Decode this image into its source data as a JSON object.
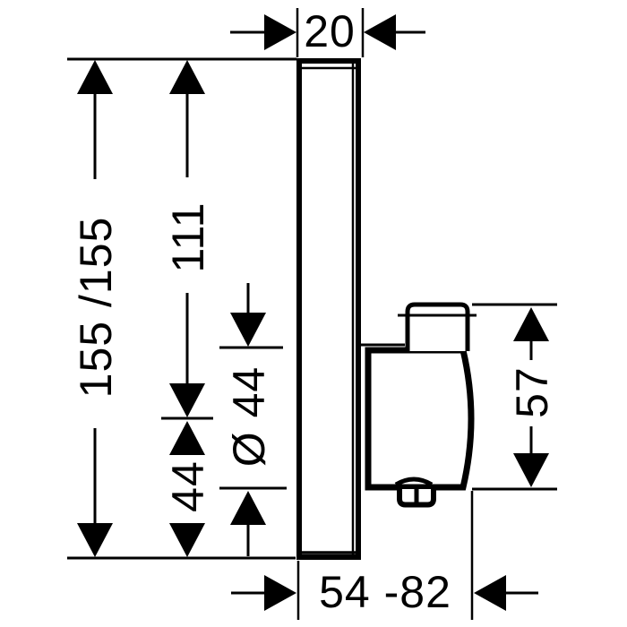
{
  "background": "#ffffff",
  "ink": "#000000",
  "figure": {
    "name": "concealed-thermostat-dimension-drawing",
    "view": "side-elevation",
    "labels": {
      "plate_thickness": "20",
      "plate_height": "155 /155",
      "top_to_handle_axis": "111",
      "axis_to_bottom": "44",
      "handle_diameter": "Ø 44",
      "handle_projection": "57",
      "install_depth_range": "54 -82"
    }
  }
}
